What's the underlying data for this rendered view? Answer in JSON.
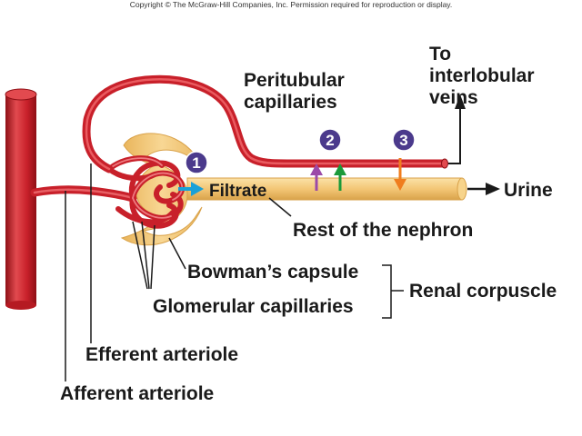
{
  "copyright": "Copyright © The McGraw-Hill Companies, Inc. Permission required for reproduction or display.",
  "labels": {
    "peritubular_line1": "Peritubular",
    "peritubular_line2": "capillaries",
    "to_line1": "To",
    "to_line2": "interlobular",
    "to_line3": "veins",
    "filtrate": "Filtrate",
    "urine": "Urine",
    "rest_of_nephron": "Rest of the nephron",
    "bowmans_capsule": "Bowman’s capsule",
    "glomerular_capillaries": "Glomerular capillaries",
    "renal_corpuscle": "Renal corpuscle",
    "efferent_arteriole": "Efferent arteriole",
    "afferent_arteriole": "Afferent arteriole"
  },
  "steps": [
    "1",
    "2",
    "3"
  ],
  "colors": {
    "vessel": "#c8202a",
    "vessel_dark": "#8f1016",
    "vessel_light": "#e24a4f",
    "tubule": "#f3c676",
    "tubule_edge": "#d9a24a",
    "step_circle": "#4b3a8c",
    "filtration_arrow": "#19a0d8",
    "secretion_purple": "#9b4aa8",
    "secretion_green": "#1a9a3a",
    "reabsorption_orange": "#f07d1e"
  }
}
